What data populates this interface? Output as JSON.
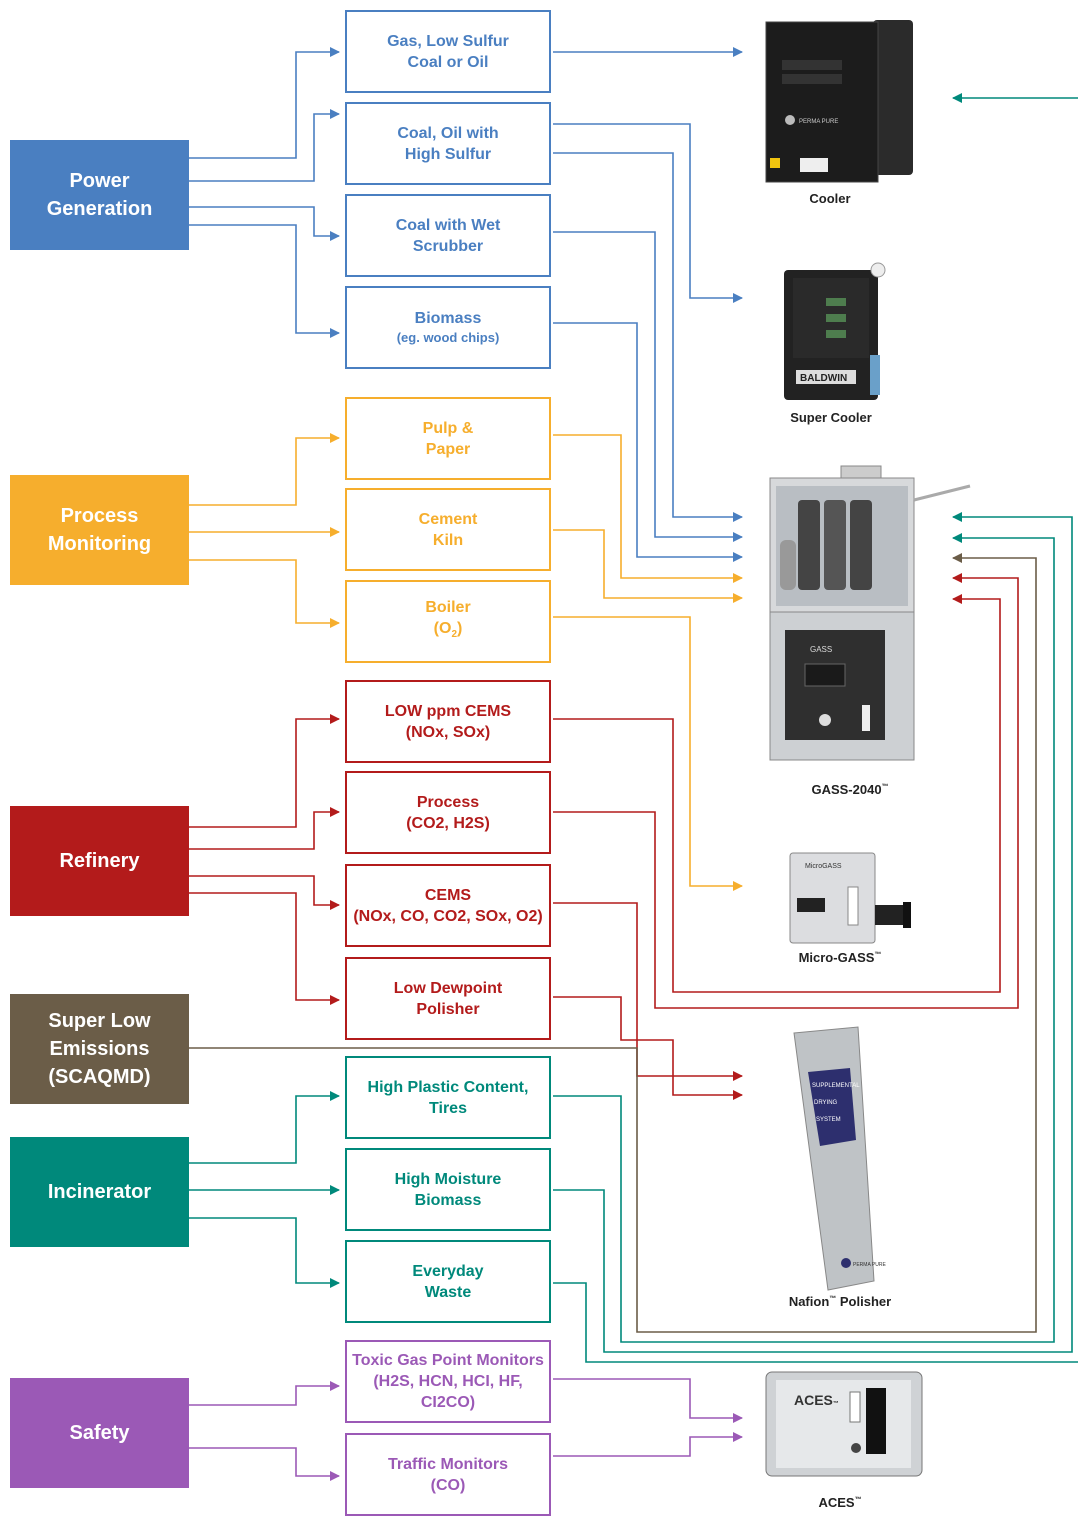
{
  "colors": {
    "power": "#4a7fc1",
    "process": "#f6ae2d",
    "refinery": "#b31b1b",
    "emissions": "#6b5d48",
    "incinerator": "#00897b",
    "safety": "#9b59b6"
  },
  "categories": [
    {
      "id": "power",
      "lines": [
        "Power",
        "Generation"
      ]
    },
    {
      "id": "process",
      "lines": [
        "Process",
        "Monitoring"
      ]
    },
    {
      "id": "refinery",
      "lines": [
        "Refinery"
      ]
    },
    {
      "id": "emissions",
      "lines": [
        "Super Low",
        "Emissions",
        "(SCAQMD)"
      ]
    },
    {
      "id": "incinerator",
      "lines": [
        "Incinerator"
      ]
    },
    {
      "id": "safety",
      "lines": [
        "Safety"
      ]
    }
  ],
  "applications": {
    "gas_low_sulfur": {
      "line1": "Gas, Low Sulfur",
      "line2": "Coal or Oil"
    },
    "coal_high_sulfur": {
      "line1": "Coal, Oil with",
      "line2": "High Sulfur"
    },
    "coal_wet_scrubber": {
      "line1": "Coal with Wet",
      "line2": "Scrubber"
    },
    "biomass": {
      "line1": "Biomass",
      "line2": "(eg. wood chips)"
    },
    "pulp_paper": {
      "line1": "Pulp &",
      "line2": "Paper"
    },
    "cement_kiln": {
      "line1": "Cement",
      "line2": "Kiln"
    },
    "boiler": {
      "line1": "Boiler",
      "line2_a": "(O",
      "line2_sub": "2",
      "line2_b": ")"
    },
    "low_ppm_cems": {
      "line1": "LOW ppm CEMS",
      "line2": "(NOx, SOx)"
    },
    "process_refinery": {
      "line1": "Process",
      "line2": "(CO2, H2S)"
    },
    "cems": {
      "line1": "CEMS",
      "line2": "(NOx, CO, CO2, SOx, O2)"
    },
    "low_dewpoint": {
      "line1": "Low Dewpoint",
      "line2": "Polisher"
    },
    "high_plastic": {
      "line1": "High Plastic Content,",
      "line2": "Tires"
    },
    "high_moisture": {
      "line1": "High Moisture",
      "line2": "Biomass"
    },
    "everyday_waste": {
      "line1": "Everyday",
      "line2": "Waste"
    },
    "toxic_gas": {
      "line1": "Toxic Gas Point Monitors",
      "line2": "(H2S, HCN, HCI, HF, CI2CO)"
    },
    "traffic": {
      "line1": "Traffic Monitors",
      "line2": "(CO)"
    }
  },
  "products": {
    "cooler": {
      "name": "Cooler"
    },
    "super_cooler": {
      "name": "Super Cooler"
    },
    "gass": {
      "name": "GASS-2040",
      "mark": "™"
    },
    "micro_gass": {
      "name": "Micro-GASS",
      "mark": "™"
    },
    "nafion": {
      "name": "Nafion",
      "mark": "™",
      "suffix": " Polisher"
    },
    "aces": {
      "name": "ACES",
      "mark": "™"
    }
  },
  "product_labels": {
    "cooler_brand": "PERMA PURE",
    "super_cooler_brand": "BALDWIN",
    "gass_panel": "GASS",
    "micro_gass_panel": "MicroGASS",
    "nafion_panel_1": "SUPPLEMENTAL",
    "nafion_panel_2": "DRYING",
    "nafion_panel_3": "SYSTEM",
    "nafion_brand": "PERMA PURE",
    "aces_panel": "ACES",
    "aces_mark": "™"
  }
}
